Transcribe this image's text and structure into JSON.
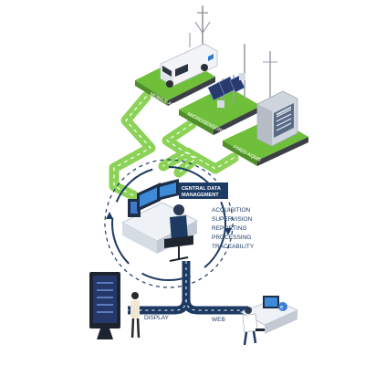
{
  "diagram": {
    "colors": {
      "platform_green": "#6fbf3a",
      "platform_side": "#3c3f46",
      "flow_green": "#8cd257",
      "dark_blue": "#1d3a63",
      "accent_blue": "#2e7ad1"
    },
    "stations": [
      {
        "label": "MOBILE AQMS"
      },
      {
        "label": "MICROSENSORS"
      },
      {
        "label": "FIXED AQMS"
      }
    ],
    "hub_label": "CENTRAL DATA\nMANAGEMENT",
    "functions": [
      "ACQUISITION",
      "SUPERVISION",
      "REPORTING",
      "PROCESSING",
      "TRACEABILITY"
    ],
    "outputs": {
      "display_label": "DISPLAY",
      "web_label": "WEB"
    },
    "icons": [
      "van-icon",
      "solar-panel-icon",
      "analyzer-cabinet-icon",
      "operator-desk-icon",
      "kiosk-display-icon",
      "web-user-icon",
      "user-icon"
    ]
  }
}
